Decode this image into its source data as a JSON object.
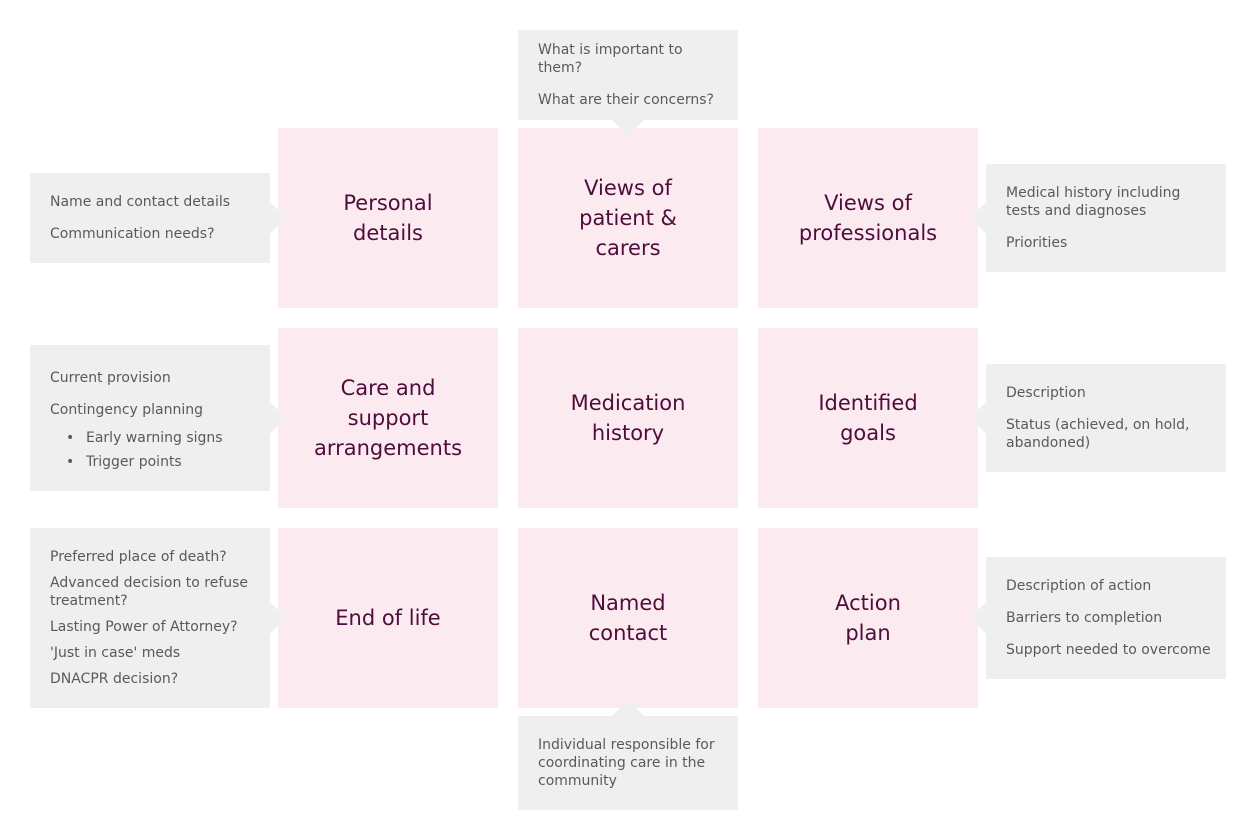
{
  "tiles": {
    "personal_details": [
      "Personal",
      "details"
    ],
    "views_patient": [
      "Views of",
      "patient &",
      "carers"
    ],
    "views_professionals": [
      "Views of",
      "professionals"
    ],
    "care_support": [
      "Care and",
      "support",
      "arrangements"
    ],
    "medication_history": [
      "Medication",
      "history"
    ],
    "identified_goals": [
      "Identified",
      "goals"
    ],
    "end_of_life": [
      "End of life"
    ],
    "named_contact": [
      "Named",
      "contact"
    ],
    "action_plan": [
      "Action",
      "plan"
    ]
  },
  "notes": {
    "views_patient": [
      "What is important to them?",
      "What are their concerns?"
    ],
    "personal_details": [
      "Name and contact details",
      "Communication needs?"
    ],
    "views_professionals": [
      "Medical history including tests and diagnoses",
      "Priorities"
    ],
    "care_support": {
      "items": [
        "Current provision",
        "Contingency planning"
      ],
      "bullets": [
        "Early warning signs",
        "Trigger points"
      ]
    },
    "identified_goals": [
      "Description",
      "Status (achieved, on hold, abandoned)"
    ],
    "end_of_life": [
      "Preferred place of death?",
      "Advanced decision to refuse treatment?",
      "Lasting Power of Attorney?",
      "'Just in case' meds",
      "DNACPR decision?"
    ],
    "named_contact": [
      "Individual responsible for coordinating care in the community"
    ],
    "action_plan": [
      "Description of action",
      "Barriers to completion",
      "Support needed to overcome"
    ]
  },
  "colors": {
    "tile_background": "#fbeaf0",
    "tile_text": "#4f0d3b",
    "note_background": "#efefef",
    "note_text": "#5a5a5a"
  }
}
